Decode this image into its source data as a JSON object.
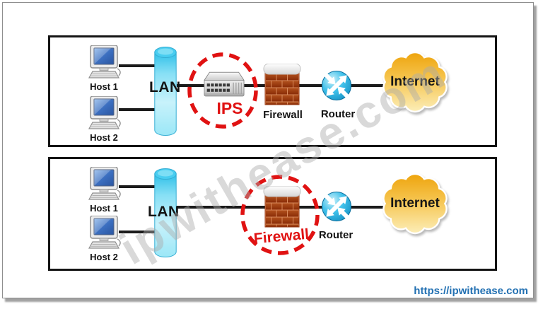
{
  "watermark": "ipwithease.com",
  "footer": {
    "link": "https://ipwithease.com"
  },
  "colors": {
    "accent_red": "#e01212",
    "link_blue": "#2270b2",
    "cloud_gold": "#f2b011",
    "lan_cyan": "#49cdf0",
    "router_cyan": "#3fc0ea",
    "brick_red": "#9c3a10",
    "line_black": "#1b1b1b"
  },
  "top_panel": {
    "hosts": [
      "Host 1",
      "Host 2"
    ],
    "lan_label": "LAN",
    "ips_label": "IPS",
    "firewall_label": "Firewall",
    "router_label": "Router",
    "internet_label": "Internet"
  },
  "bottom_panel": {
    "hosts": [
      "Host 1",
      "Host 2"
    ],
    "lan_label": "LAN",
    "firewall_label": "Firewall",
    "router_label": "Router",
    "internet_label": "Internet"
  }
}
